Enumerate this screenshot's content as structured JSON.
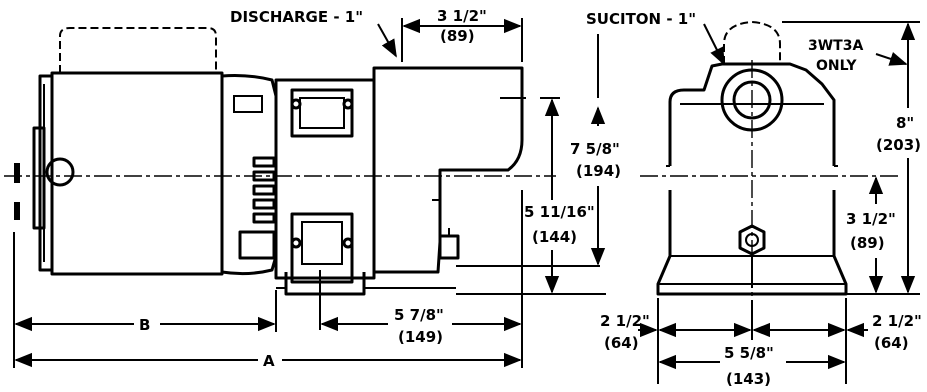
{
  "labels": {
    "discharge": "DISCHARGE - 1\"",
    "suction": "SUCITON - 1\"",
    "model_note_line1": "3WT3A",
    "model_note_line2": "ONLY",
    "dim_b": "B",
    "dim_a": "A",
    "side_width_in": "3 1/2\"",
    "side_width_mm": "(89)",
    "discharge_height_in": "7 5/8\"",
    "discharge_height_mm": "(194)",
    "body_height_in": "5 11/16\"",
    "body_height_mm": "(144)",
    "base_length_in": "5 7/8\"",
    "base_length_mm": "(149)",
    "overall_height_in": "8\"",
    "overall_height_mm": "(203)",
    "shaft_height_in": "3 1/2\"",
    "shaft_height_mm": "(89)",
    "foot_left_in": "2 1/2\"",
    "foot_left_mm": "(64)",
    "foot_right_in": "2 1/2\"",
    "foot_right_mm": "(64)",
    "base_width_in": "5 5/8\"",
    "base_width_mm": "(143)"
  }
}
